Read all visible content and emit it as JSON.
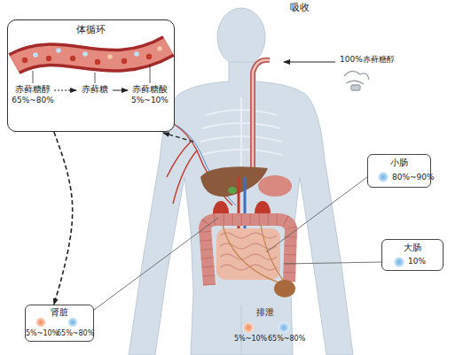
{
  "diagram": {
    "nodes": [
      {
        "text": [
          "体循环"
        ]
      },
      {
        "text": [
          "赤藓糖醇",
          "65%~80%"
        ],
        "in": 0
      },
      {
        "text": [
          "赤藓糖"
        ],
        "in": 0
      },
      {
        "text": [
          "赤藓糖酸",
          "5%~10%"
        ],
        "in": 0
      },
      {
        "text": [
          "小肠",
          "80%~90%"
        ]
      },
      {
        "text": [
          "大肠",
          "10%"
        ]
      },
      {
        "text": [
          "肾脏",
          "5%~10%",
          "65%~80%"
        ]
      }
    ],
    "edges": [
      {
        "from": 1,
        "to": 2,
        "arrow": "to"
      },
      {
        "from": 2,
        "to": 3,
        "arrow": "to"
      },
      {
        "from": 0,
        "to": 6,
        "arrow": "to"
      }
    ],
    "labels": [
      "吸收",
      "100%赤藓糖醇",
      "排泄",
      "5%~10%",
      "65%~80%"
    ]
  }
}
